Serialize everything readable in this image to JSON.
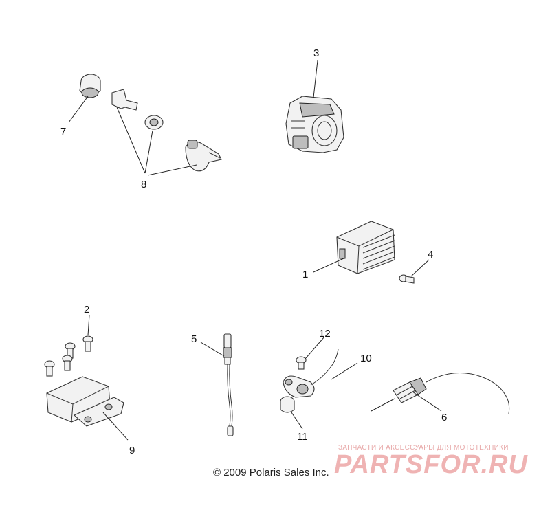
{
  "callouts": {
    "c1": "1",
    "c2": "2",
    "c3": "3",
    "c4": "4",
    "c5": "5",
    "c6": "6",
    "c7": "7",
    "c8": "8",
    "c9": "9",
    "c10": "10",
    "c11": "11",
    "c12": "12"
  },
  "copyright": "© 2009 Polaris Sales Inc.",
  "watermark": {
    "subtitle": "ЗАПЧАСТИ И АКСЕССУАРЫ ДЛЯ МОТОТЕХНИКИ",
    "logo_text": "PARTSFOR.RU"
  }
}
